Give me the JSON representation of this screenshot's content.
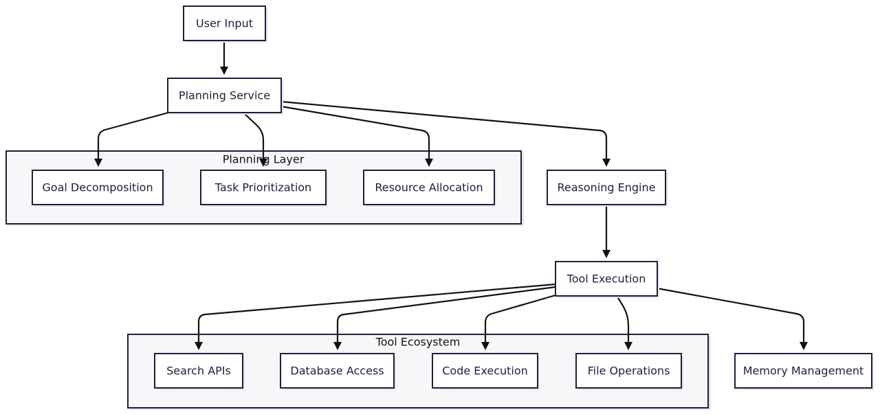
{
  "nodes": {
    "user_input": "User Input",
    "planning_service": "Planning Service",
    "goal_decomposition": "Goal Decomposition",
    "task_prioritization": "Task Prioritization",
    "resource_allocation": "Resource Allocation",
    "reasoning_engine": "Reasoning Engine",
    "tool_execution": "Tool Execution",
    "search_apis": "Search APIs",
    "database_access": "Database Access",
    "code_execution": "Code Execution",
    "file_operations": "File Operations",
    "memory_management": "Memory Management"
  },
  "groups": {
    "planning_layer": "Planning Layer",
    "tool_ecosystem": "Tool Ecosystem"
  },
  "edges": [
    [
      "user_input",
      "planning_service"
    ],
    [
      "planning_service",
      "goal_decomposition"
    ],
    [
      "planning_service",
      "task_prioritization"
    ],
    [
      "planning_service",
      "resource_allocation"
    ],
    [
      "planning_service",
      "reasoning_engine"
    ],
    [
      "reasoning_engine",
      "tool_execution"
    ],
    [
      "tool_execution",
      "search_apis"
    ],
    [
      "tool_execution",
      "database_access"
    ],
    [
      "tool_execution",
      "code_execution"
    ],
    [
      "tool_execution",
      "file_operations"
    ],
    [
      "tool_execution",
      "memory_management"
    ]
  ],
  "colors": {
    "stroke": "#1f1d3a",
    "node_fill": "#ffffff",
    "group_fill": "#f7f7fa"
  }
}
